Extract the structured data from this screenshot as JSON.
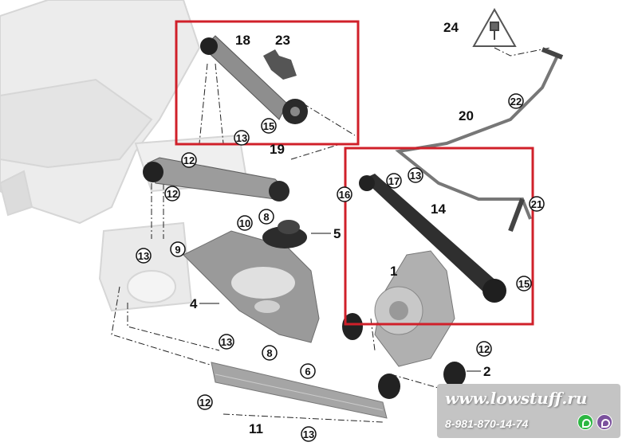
{
  "diagram": {
    "callouts": [
      {
        "label": "18",
        "style": "bold"
      },
      {
        "label": "23",
        "style": "bold"
      },
      {
        "label": "15",
        "style": "circled"
      },
      {
        "label": "13",
        "style": "circled"
      },
      {
        "label": "24",
        "style": "bold"
      },
      {
        "label": "22",
        "style": "circled"
      },
      {
        "label": "20",
        "style": "bold"
      },
      {
        "label": "19",
        "style": "bold"
      },
      {
        "label": "12",
        "style": "circled"
      },
      {
        "label": "12",
        "style": "circled"
      },
      {
        "label": "17",
        "style": "circled"
      },
      {
        "label": "13",
        "style": "circled"
      },
      {
        "label": "16",
        "style": "circled"
      },
      {
        "label": "14",
        "style": "bold"
      },
      {
        "label": "21",
        "style": "circled"
      },
      {
        "label": "10",
        "style": "circled"
      },
      {
        "label": "8",
        "style": "circled"
      },
      {
        "label": "5",
        "style": "bold"
      },
      {
        "label": "13",
        "style": "circled"
      },
      {
        "label": "9",
        "style": "circled"
      },
      {
        "label": "1",
        "style": "bold"
      },
      {
        "label": "15",
        "style": "circled"
      },
      {
        "label": "4",
        "style": "bold"
      },
      {
        "label": "13",
        "style": "circled"
      },
      {
        "label": "8",
        "style": "circled"
      },
      {
        "label": "12",
        "style": "circled"
      },
      {
        "label": "6",
        "style": "circled"
      },
      {
        "label": "2",
        "style": "bold"
      },
      {
        "label": "12",
        "style": "circled"
      },
      {
        "label": "11",
        "style": "bold"
      },
      {
        "label": "13",
        "style": "circled"
      }
    ],
    "highlight_color": "#d0202a"
  },
  "watermark": {
    "url": "www.lowstuff.ru",
    "phone": "8-981-870-14-74",
    "icons": [
      "whatsapp-icon",
      "viber-icon"
    ],
    "whatsapp_color": "#2cb742",
    "viber_color": "#7b519d"
  }
}
